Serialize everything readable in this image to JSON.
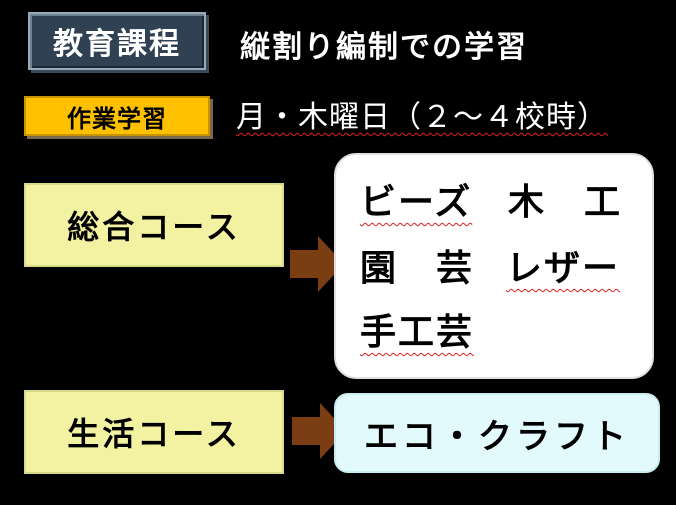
{
  "header": {
    "badge_label": "教育課程",
    "title": "縦割り編制での学習"
  },
  "work_study": {
    "badge_label": "作業学習",
    "schedule": "月・木曜日（２～４校時）"
  },
  "courses": {
    "general": {
      "label": "総合コース",
      "items": {
        "beads": "ビーズ",
        "woodwork": "木　工",
        "gardening": "園　芸",
        "leather": "レザー",
        "handcraft": "手工芸"
      }
    },
    "life": {
      "label": "生活コース",
      "item": "エコ・クラフト"
    }
  },
  "colors": {
    "background": "#000000",
    "title_badge": "#2f4152",
    "work_badge": "#ffc000",
    "course_box": "#f2f2a2",
    "arrow": "#7b3d13",
    "life_detail_box": "#e2fafc",
    "underline": "#e02020"
  }
}
